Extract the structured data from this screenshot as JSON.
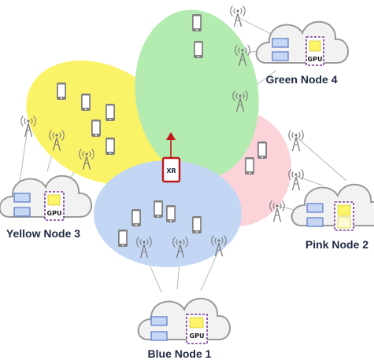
{
  "nodes": {
    "green": {
      "label": "Green Node 4",
      "color": "#b4ebb0"
    },
    "pink": {
      "label": "Pink Node 2",
      "color": "#fbd3d9"
    },
    "yellow": {
      "label": "Yellow Node 3",
      "color": "#fbf367"
    },
    "blue": {
      "label": "Blue Node 1",
      "color": "#c3d6f3"
    }
  },
  "gpu_label": "GPU",
  "xr_label": "XR",
  "colors": {
    "gpu_fill": "#fdf46a",
    "gpu_border": "#7a3a97",
    "xr_border": "#c0171a",
    "vm_fill": "#c6d7f4",
    "vm_border": "#5a78c6",
    "cloud_fill": "#f2f2f2",
    "cloud_border": "#9a9a9a",
    "device": "#7f7f7f"
  },
  "icons": [
    "cloud-icon",
    "server-vm-icon",
    "gpu-icon",
    "cell-tower-icon",
    "smartphone-icon",
    "xr-headset-icon",
    "arrow-up-icon"
  ]
}
